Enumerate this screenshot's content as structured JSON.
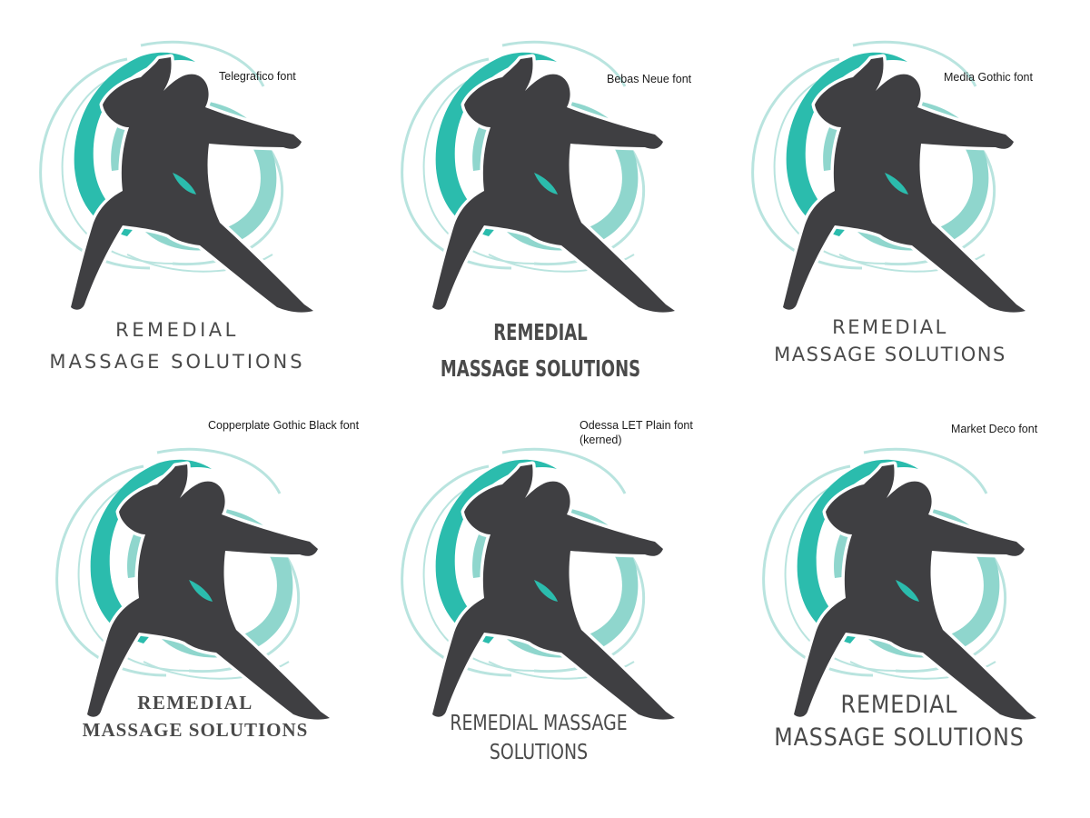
{
  "colors": {
    "teal_dark": "#2bbcad",
    "teal_light": "#8fd6cd",
    "teal_pale": "#b9e4df",
    "figure": "#3f3f42",
    "wordmark": "#4a4a4a",
    "label": "#1a1a1a"
  },
  "logo": {
    "illustration": "martial-arts-figure-over-teal-swirl",
    "wordmark_line1": "REMEDIAL",
    "wordmark_line2": "MASSAGE SOLUTIONS"
  },
  "variants": [
    {
      "font_label": "Telegrafico font",
      "line1": "REMEDIAL",
      "line2": "MASSAGE SOLUTIONS"
    },
    {
      "font_label": "Bebas Neue font",
      "line1": "REMEDIAL",
      "line2": "MASSAGE SOLUTIONS"
    },
    {
      "font_label": "Media Gothic font",
      "line1": "REMEDIAL",
      "line2": "MASSAGE SOLUTIONS"
    },
    {
      "font_label": "Copperplate Gothic Black font",
      "line1": "REMEDIAL",
      "line2": "MASSAGE SOLUTIONS"
    },
    {
      "font_label": "Odessa LET Plain font\n(kerned)",
      "line1": "REMEDIAL MASSAGE",
      "line2": "SOLUTIONS"
    },
    {
      "font_label": "Market Deco font",
      "line1": "REMEDIAL",
      "line2": "MASSAGE SOLUTIONS"
    }
  ]
}
